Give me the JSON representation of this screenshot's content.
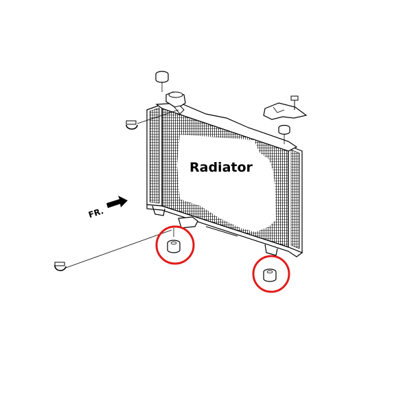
{
  "diagram": {
    "title_label": "Radiator",
    "direction_label": "FR.",
    "colors": {
      "line": "#000000",
      "highlight": "#e01b1b",
      "background": "#ffffff"
    },
    "parts": [
      {
        "name": "radiator-cap",
        "icon": "cap-icon"
      },
      {
        "name": "upper-rubber-mount",
        "icon": "rubber-bushing-icon"
      },
      {
        "name": "upper-hose-clamp",
        "icon": "hose-clamp-icon"
      },
      {
        "name": "mounting-bracket",
        "icon": "bracket-icon"
      },
      {
        "name": "bracket-bolt",
        "icon": "bolt-icon"
      },
      {
        "name": "lower-hose-clamp",
        "icon": "hose-clamp-icon"
      },
      {
        "name": "lower-mount-left",
        "icon": "rubber-bushing-icon",
        "highlighted": true
      },
      {
        "name": "lower-mount-right",
        "icon": "rubber-bushing-icon",
        "highlighted": true
      }
    ]
  }
}
